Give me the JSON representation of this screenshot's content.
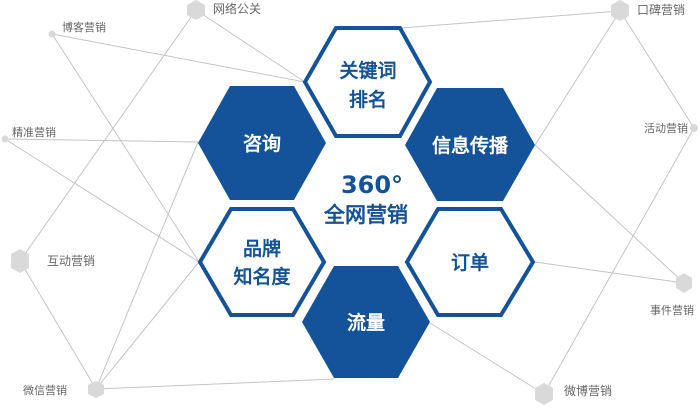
{
  "colors": {
    "brand": "#14539a",
    "node": "#d9d9d9",
    "line": "#c4c4c4",
    "label": "#666666"
  },
  "center": {
    "line1": "360°",
    "line2": "全网营销"
  },
  "hexagons": [
    {
      "id": "keyword",
      "lines": [
        "关键词",
        "排名"
      ],
      "style": "outline"
    },
    {
      "id": "consult",
      "lines": [
        "咨询"
      ],
      "style": "filled"
    },
    {
      "id": "info",
      "lines": [
        "信息传播"
      ],
      "style": "filled"
    },
    {
      "id": "brand",
      "lines": [
        "品牌",
        "知名度"
      ],
      "style": "outline"
    },
    {
      "id": "order",
      "lines": [
        "订单"
      ],
      "style": "outline"
    },
    {
      "id": "traffic",
      "lines": [
        "流量"
      ],
      "style": "filled"
    }
  ],
  "nodes": [
    {
      "id": "pr",
      "label": "网络公关"
    },
    {
      "id": "blog",
      "label": "博客营销"
    },
    {
      "id": "precise",
      "label": "精准营销"
    },
    {
      "id": "interact",
      "label": "互动营销"
    },
    {
      "id": "wechat",
      "label": "微信营销"
    },
    {
      "id": "wom",
      "label": "口碑营销"
    },
    {
      "id": "event-act",
      "label": "活动营销"
    },
    {
      "id": "incident",
      "label": "事件营销"
    },
    {
      "id": "weibo",
      "label": "微博营销"
    }
  ]
}
